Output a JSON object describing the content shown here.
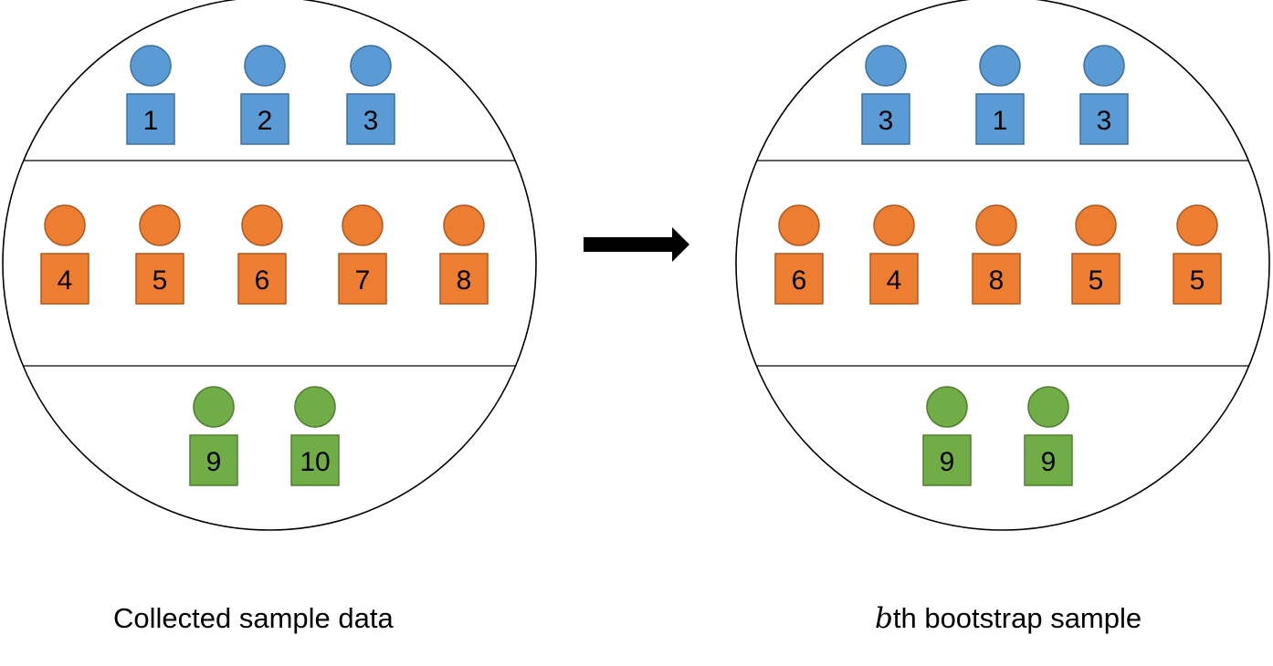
{
  "colors": {
    "blue": "#5b9bd5",
    "blue_border": "#41719c",
    "orange": "#ed7d31",
    "orange_border": "#ae5a21",
    "green": "#70ad47",
    "green_border": "#507e32",
    "line": "#000000",
    "background": "#ffffff"
  },
  "left_panel": {
    "caption": "Collected sample data",
    "groups": [
      {
        "color": "blue",
        "labels": [
          "1",
          "2",
          "3"
        ]
      },
      {
        "color": "orange",
        "labels": [
          "4",
          "5",
          "6",
          "7",
          "8"
        ]
      },
      {
        "color": "green",
        "labels": [
          "9",
          "10"
        ]
      }
    ]
  },
  "right_panel": {
    "caption_var": "b",
    "caption_rest": "th bootstrap sample",
    "groups": [
      {
        "color": "blue",
        "labels": [
          "3",
          "1",
          "3"
        ]
      },
      {
        "color": "orange",
        "labels": [
          "6",
          "4",
          "8",
          "5",
          "5"
        ]
      },
      {
        "color": "green",
        "labels": [
          "9",
          "9"
        ]
      }
    ]
  },
  "arrow": {
    "icon": "right-arrow-icon",
    "direction": "right"
  },
  "person_icon": "person-icon"
}
